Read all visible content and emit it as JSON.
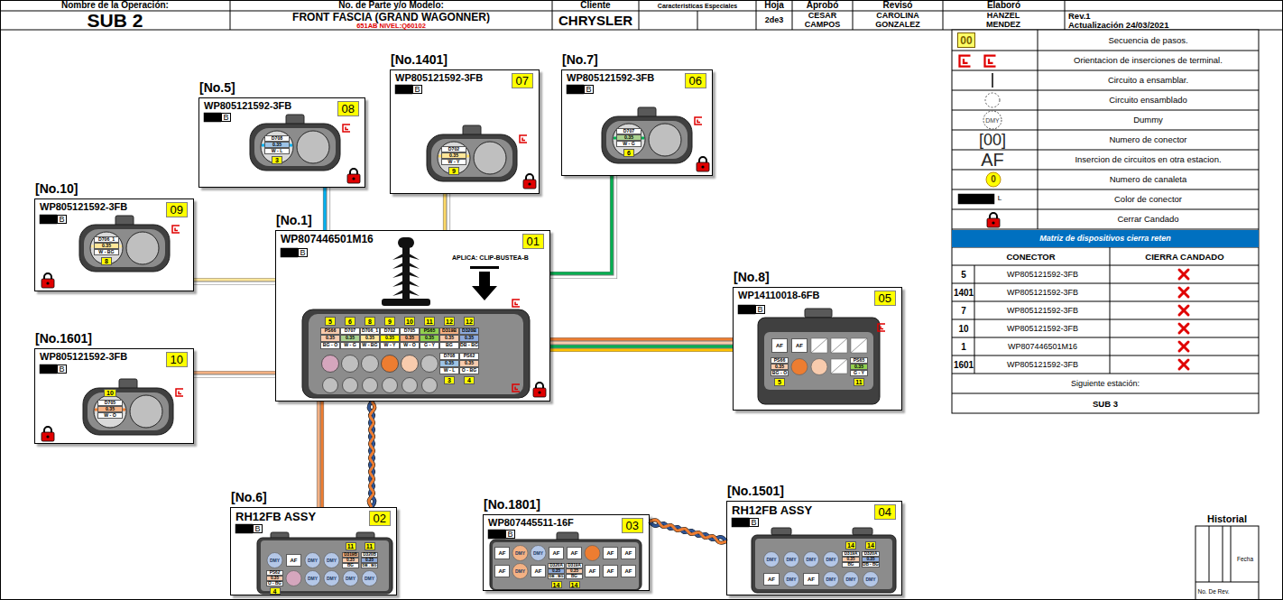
{
  "diagram": {
    "title": "SUB 2",
    "nodes": [
      {
        "text": [
          "[No.5]",
          "WP805121592-3FB",
          "08"
        ]
      },
      {
        "text": [
          "[No.1401]",
          "WP805121592-3FB",
          "07"
        ]
      },
      {
        "text": [
          "[No.7]",
          "WP805121592-3FB",
          "06"
        ]
      },
      {
        "text": [
          "[No.10]",
          "WP805121592-3FB",
          "09"
        ]
      },
      {
        "text": [
          "[No.1]",
          "WP807446501M16",
          "01",
          "APLICA: CLIP-BUSTEA-B"
        ]
      },
      {
        "text": [
          "[No.8]",
          "WP14110018-6FB",
          "05"
        ]
      },
      {
        "text": [
          "[No.1601]",
          "WP805121592-3FB",
          "10"
        ]
      },
      {
        "text": [
          "[No.6]",
          "RH12FB ASSY",
          "02"
        ]
      },
      {
        "text": [
          "[No.1801]",
          "WP807445511-16F",
          "03"
        ]
      },
      {
        "text": [
          "[No.1501]",
          "RH12FB ASSY",
          "04"
        ]
      }
    ],
    "edges": [
      {
        "from": 0,
        "to": 4,
        "arrow": "none"
      },
      {
        "from": 1,
        "to": 4,
        "arrow": "none"
      },
      {
        "from": 2,
        "to": 4,
        "arrow": "none"
      },
      {
        "from": 3,
        "to": 4,
        "arrow": "none"
      },
      {
        "from": 6,
        "to": 4,
        "arrow": "none"
      },
      {
        "from": 4,
        "to": 5,
        "arrow": "none"
      },
      {
        "from": 4,
        "to": 7,
        "arrow": "none"
      },
      {
        "from": 4,
        "to": 7,
        "arrow": "none"
      },
      {
        "from": 8,
        "to": 9,
        "arrow": "none"
      }
    ],
    "labels": [
      "Nombre de la Operación:",
      "No. de Parte y/o Modelo:",
      "FRONT FASCIA (GRAND WAGONNER)",
      "651AB NIVEL:Q60102",
      "Cliente",
      "CHRYSLER",
      "Caracteristicas Especiales",
      "Hoja",
      "2de3",
      "Aprobó",
      "CESAR CAMPOS",
      "Revisó",
      "CAROLINA GONZALEZ",
      "Elaboró",
      "HANZEL MENDEZ",
      "Rev.1",
      "Actualización 24/03/2021",
      "00",
      "DMY",
      "[00]",
      "AF",
      "0",
      "L",
      "Matriz de dispositivos cierra reten",
      "CONECTOR",
      "CIERRA CANDADO",
      "5",
      "WP805121592-3FB",
      "1401",
      "WP805121592-3FB",
      "7",
      "WP805121592-3FB",
      "10",
      "WP805121592-3FB",
      "1",
      "WP807446501M16",
      "1601",
      "WP805121592-3FB",
      "Siguiente estación:",
      "SUB 3",
      "Historial",
      "Fecha",
      "No. De Rev.",
      "B",
      "D708",
      "0.35",
      "W - L",
      "3",
      "B",
      "D702",
      "0.35",
      "W - Y",
      "9",
      "B",
      "D707",
      "0.35",
      "W - G",
      "6",
      "B",
      "D706_1",
      "0.35",
      "W - BG",
      "8",
      "B",
      "5",
      "6",
      "8",
      "9",
      "10",
      "11",
      "12",
      "12",
      "PS66",
      "0.35",
      "BG - O",
      "D707",
      "0.35",
      "W - G",
      "D706_1",
      "0.35",
      "W - BG",
      "D702",
      "0.35",
      "W - Y",
      "D705",
      "0.35",
      "W - O",
      "PS65",
      "0.35",
      "G - Y",
      "D319B",
      "0.35",
      "BG",
      "D320B",
      "0.35",
      "DB - BG",
      "D708",
      "0.35",
      "W - L",
      "PS62",
      "0.35",
      "O - BG",
      "3",
      "4",
      "B",
      "AF",
      "AF",
      "PS66",
      "0.35",
      "BG - O",
      "PS65",
      "0.35",
      "G - Y",
      "5",
      "11",
      "B",
      "10",
      "D705",
      "0.35",
      "W - O",
      "B",
      "11",
      "11",
      "DMY",
      "AF",
      "DMY",
      "DMY",
      "D319B",
      "0.35",
      "BG",
      "D320B",
      "0.35",
      "DB - BG",
      "PS62",
      "0.35",
      "O - BG",
      "DMY",
      "DMY",
      "DMY",
      "DMY",
      "4",
      "B",
      "AF",
      "DMY",
      "DMY",
      "AF",
      "AF",
      "AF",
      "AF",
      "AF",
      "DMY",
      "AF",
      "D320A",
      "0.35",
      "DB - BG",
      "D319A",
      "0.35",
      "BG",
      "AF",
      "AF",
      "AF",
      "14",
      "14",
      "B",
      "14",
      "14",
      "DMY",
      "DMY",
      "DMY",
      "DMY",
      "D319A",
      "0.35",
      "BG",
      "D320A",
      "0.35",
      "DB - BG",
      "AF",
      "DMY",
      "AF",
      "DMY",
      "DMY",
      "DMY"
    ],
    "legend": [
      {
        "text": "Secuencia de pasos."
      },
      {
        "text": "Orientacion de inserciones de terminal."
      },
      {
        "text": "Circuito a ensamblar."
      },
      {
        "text": "Circuito ensamblado"
      },
      {
        "text": "Dummy"
      },
      {
        "text": "Numero de conector"
      },
      {
        "text": "Insercion de circuitos en otra estacion."
      },
      {
        "text": "Numero de canaleta"
      },
      {
        "text": "Color de conector"
      },
      {
        "text": "Cerrar Candado"
      }
    ]
  }
}
